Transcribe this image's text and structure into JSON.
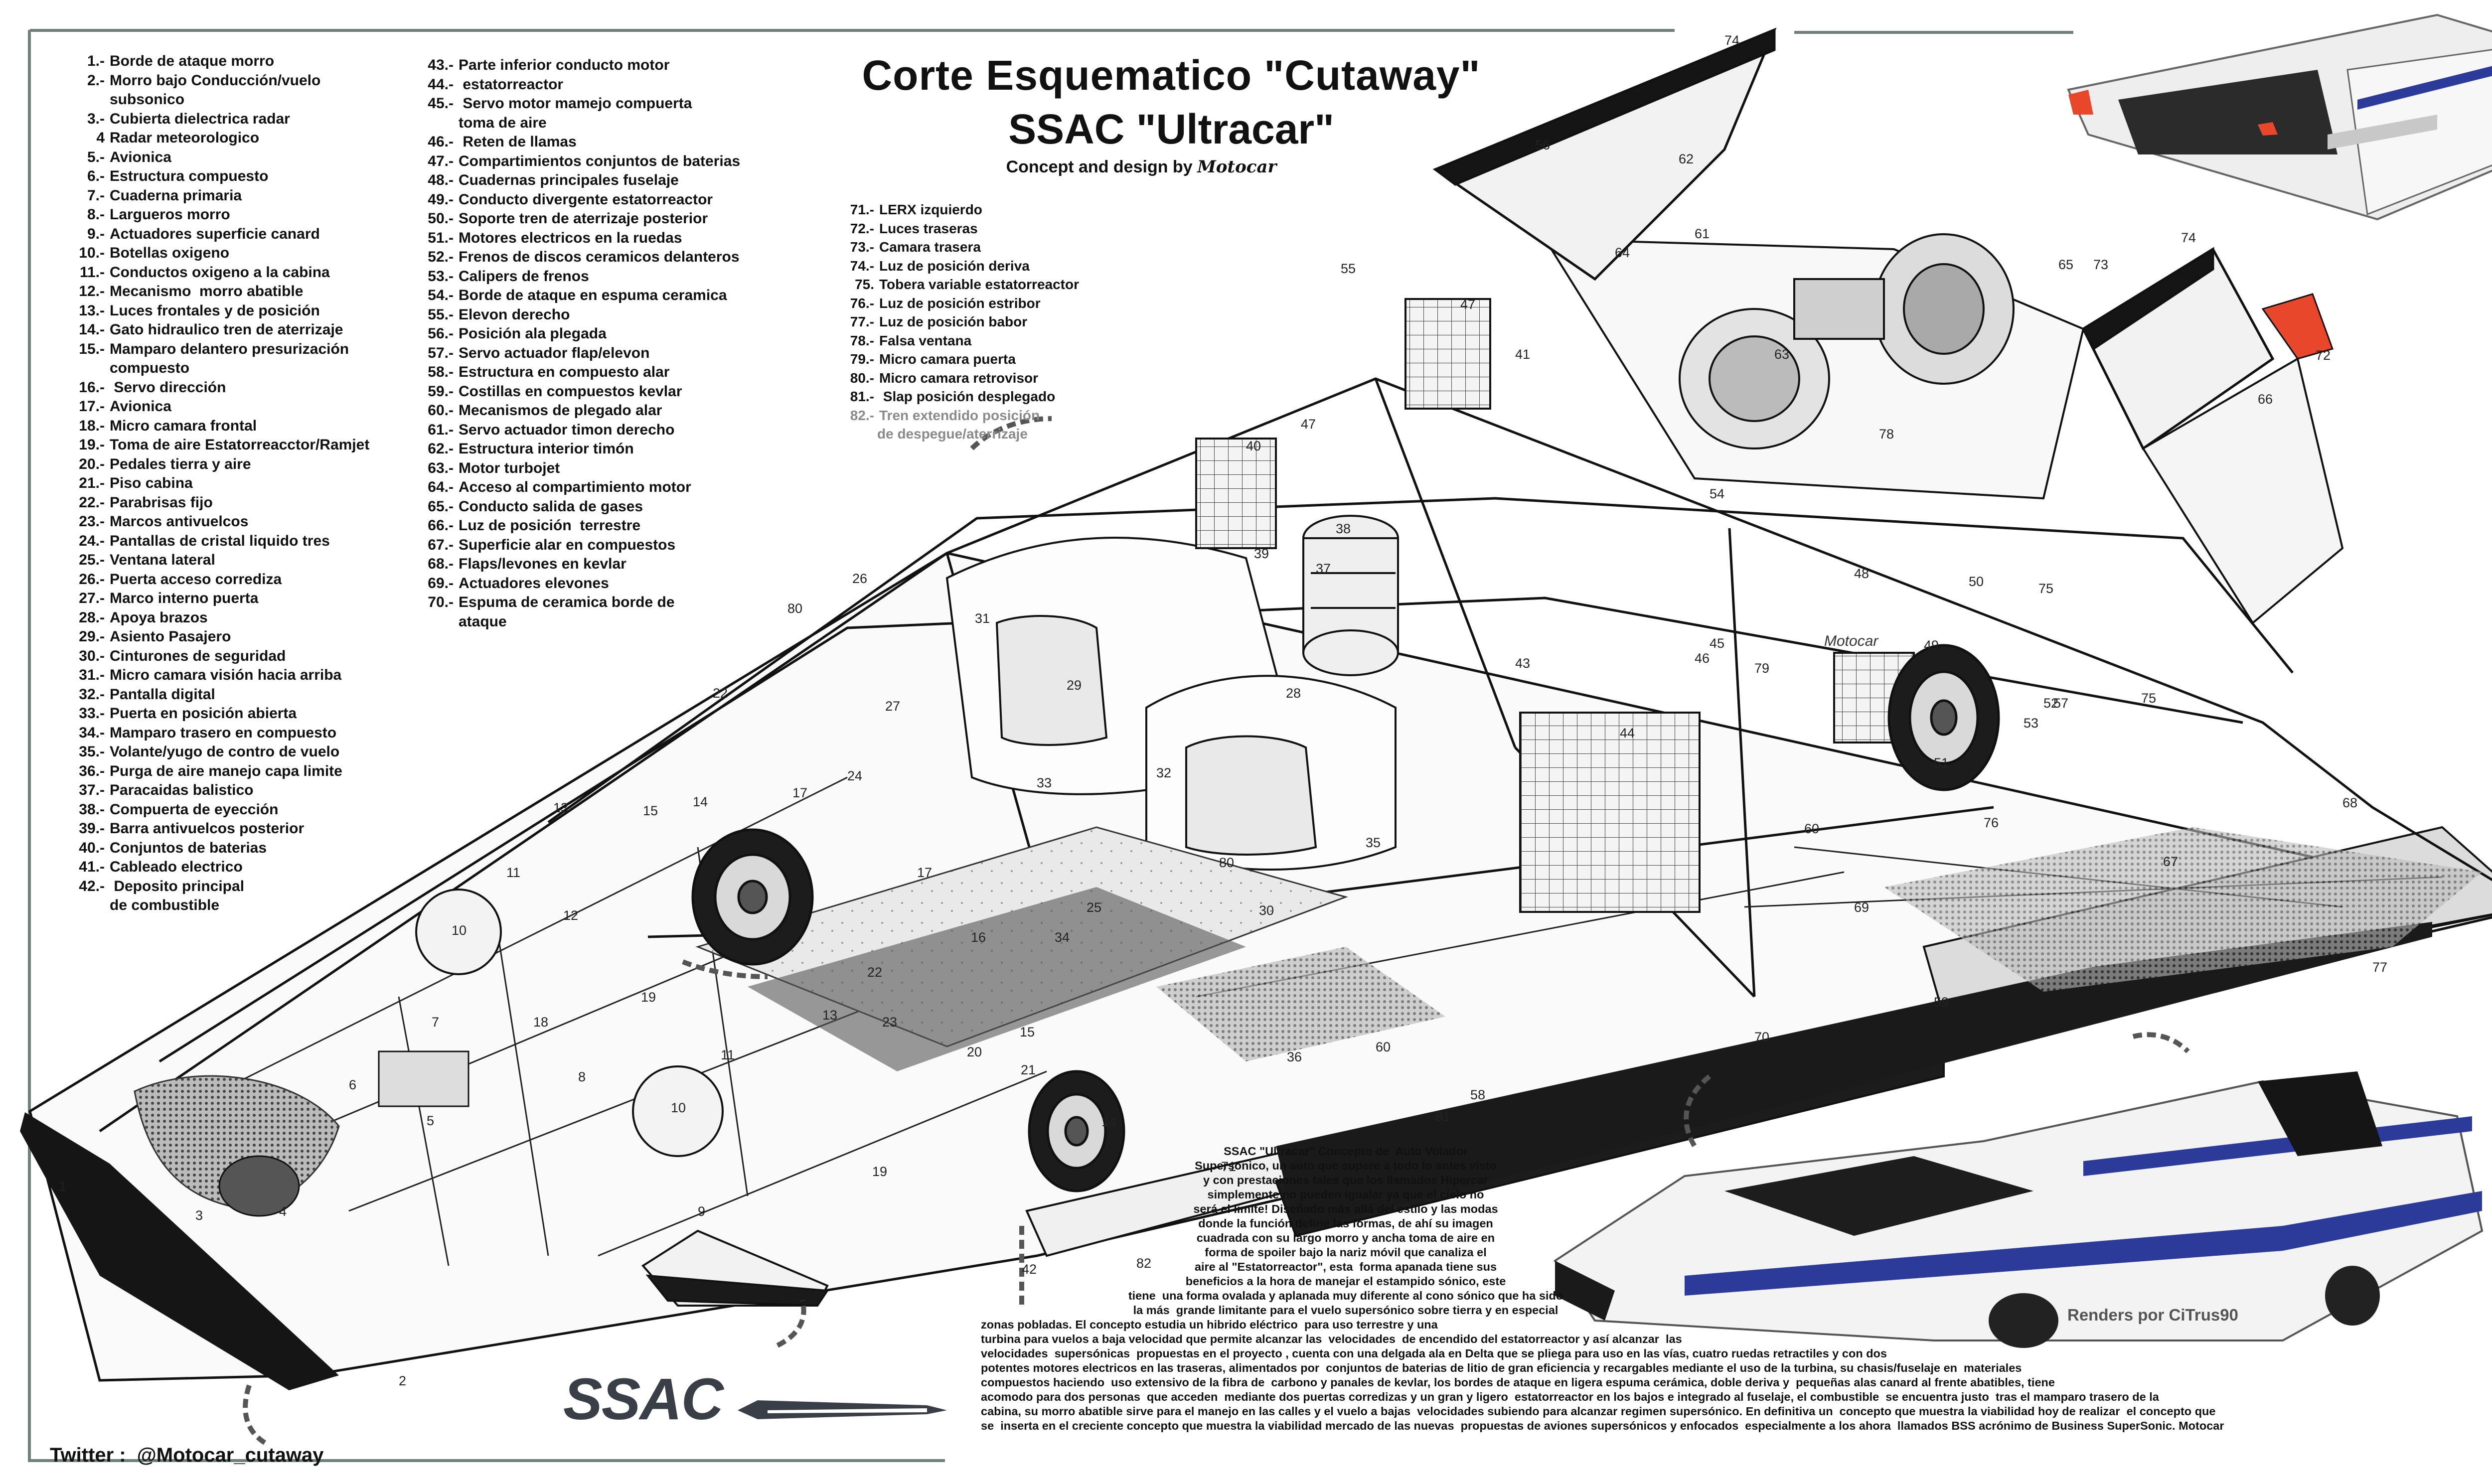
{
  "title": {
    "line1": "Corte Esquematico \"Cutaway\"",
    "line2": "SSAC \"Ultracar\"",
    "line3_prefix": "Concept and design by ",
    "line3_brand": "Motocar"
  },
  "legend_left": [
    {
      "n": "1.-",
      "t": "Borde de ataque morro"
    },
    {
      "n": "2.-",
      "t": "Morro bajo Conducción/vuelo",
      "c": "subsonico"
    },
    {
      "n": "3.-",
      "t": "Cubierta dielectrica radar"
    },
    {
      "n": "4",
      "t": "Radar meteorologico"
    },
    {
      "n": "5.-",
      "t": "Avionica"
    },
    {
      "n": "6.-",
      "t": "Estructura compuesto"
    },
    {
      "n": "7.-",
      "t": "Cuaderna primaria"
    },
    {
      "n": "8.-",
      "t": "Largueros morro"
    },
    {
      "n": "9.-",
      "t": "Actuadores superficie canard"
    },
    {
      "n": "10.-",
      "t": "Botellas oxigeno"
    },
    {
      "n": "11.-",
      "t": "Conductos oxigeno a la cabina"
    },
    {
      "n": "12.-",
      "t": "Mecanismo  morro abatible"
    },
    {
      "n": "13.-",
      "t": "Luces frontales y de posición"
    },
    {
      "n": "14.-",
      "t": "Gato hidraulico tren de aterrizaje"
    },
    {
      "n": "15.-",
      "t": "Mamparo delantero presurización",
      "c": "compuesto"
    },
    {
      "n": "16.-",
      "t": " Servo dirección"
    },
    {
      "n": "17.-",
      "t": "Avionica"
    },
    {
      "n": "18.-",
      "t": "Micro camara frontal"
    },
    {
      "n": "19.-",
      "t": "Toma de aire Estatorreacctor/Ramjet"
    },
    {
      "n": "20.-",
      "t": "Pedales tierra y aire"
    },
    {
      "n": "21.-",
      "t": "Piso cabina"
    },
    {
      "n": "22.-",
      "t": "Parabrisas fijo"
    },
    {
      "n": "23.-",
      "t": "Marcos antivuelcos"
    },
    {
      "n": "24.-",
      "t": "Pantallas de cristal liquido tres"
    },
    {
      "n": "25.-",
      "t": "Ventana lateral"
    },
    {
      "n": "26.-",
      "t": "Puerta acceso corrediza"
    },
    {
      "n": "27.-",
      "t": "Marco interno puerta"
    },
    {
      "n": "28.-",
      "t": "Apoya brazos"
    },
    {
      "n": "29.-",
      "t": "Asiento Pasajero"
    },
    {
      "n": "30.-",
      "t": "Cinturones de seguridad"
    },
    {
      "n": "31.-",
      "t": "Micro camara visión hacia arriba"
    },
    {
      "n": "32.-",
      "t": "Pantalla digital"
    },
    {
      "n": "33.-",
      "t": "Puerta en posición abierta"
    },
    {
      "n": "34.-",
      "t": "Mamparo trasero en compuesto"
    },
    {
      "n": "35.-",
      "t": "Volante/yugo de contro de vuelo"
    },
    {
      "n": "36.-",
      "t": "Purga de aire manejo capa limite"
    },
    {
      "n": "37.-",
      "t": "Paracaidas balistico"
    },
    {
      "n": "38.-",
      "t": "Compuerta de eyección"
    },
    {
      "n": "39.-",
      "t": "Barra antivuelcos posterior"
    },
    {
      "n": "40.-",
      "t": "Conjuntos de baterias"
    },
    {
      "n": "41.-",
      "t": "Cableado electrico"
    },
    {
      "n": "42.-",
      "t": " Deposito principal",
      "c": "de combustible"
    }
  ],
  "legend_mid": [
    {
      "n": "43.-",
      "t": "Parte inferior conducto motor"
    },
    {
      "n": "44.-",
      "t": " estatorreactor"
    },
    {
      "n": "45.-",
      "t": " Servo motor mamejo compuerta",
      "c": "toma de aire"
    },
    {
      "n": "46.-",
      "t": " Reten de llamas"
    },
    {
      "n": "47.-",
      "t": "Compartimientos conjuntos de baterias"
    },
    {
      "n": "48.-",
      "t": "Cuadernas principales fuselaje"
    },
    {
      "n": "49.-",
      "t": "Conducto divergente estatorreactor"
    },
    {
      "n": "50.-",
      "t": "Soporte tren de aterrizaje posterior"
    },
    {
      "n": "51.-",
      "t": "Motores electricos en la ruedas"
    },
    {
      "n": "52.-",
      "t": "Frenos de discos ceramicos delanteros"
    },
    {
      "n": "53.-",
      "t": "Calipers de frenos"
    },
    {
      "n": "54.-",
      "t": "Borde de ataque en espuma ceramica"
    },
    {
      "n": "55.-",
      "t": "Elevon derecho"
    },
    {
      "n": "56.-",
      "t": "Posición ala plegada"
    },
    {
      "n": "57.-",
      "t": "Servo actuador flap/elevon"
    },
    {
      "n": "58.-",
      "t": "Estructura en compuesto alar"
    },
    {
      "n": "59.-",
      "t": "Costillas en compuestos kevlar"
    },
    {
      "n": "60.-",
      "t": "Mecanismos de plegado alar"
    },
    {
      "n": "61.-",
      "t": "Servo actuador timon derecho"
    },
    {
      "n": "62.-",
      "t": "Estructura interior timón"
    },
    {
      "n": "63.-",
      "t": "Motor turbojet"
    },
    {
      "n": "64.-",
      "t": "Acceso al compartimiento motor"
    },
    {
      "n": "65.-",
      "t": "Conducto salida de gases"
    },
    {
      "n": "66.-",
      "t": "Luz de posición  terrestre"
    },
    {
      "n": "67.-",
      "t": "Superficie alar en compuestos"
    },
    {
      "n": "68.-",
      "t": "Flaps/levones en kevlar"
    },
    {
      "n": "69.-",
      "t": "Actuadores elevones"
    },
    {
      "n": "70.-",
      "t": "Espuma de ceramica borde de",
      "c": "ataque"
    }
  ],
  "legend_right": [
    {
      "n": "71.-",
      "t": "LERX izquierdo"
    },
    {
      "n": "72.-",
      "t": "Luces traseras"
    },
    {
      "n": "73.-",
      "t": "Camara trasera"
    },
    {
      "n": "74.-",
      "t": "Luz de posición deriva"
    },
    {
      "n": "75.",
      "t": "Tobera variable estatorreactor"
    },
    {
      "n": "76.-",
      "t": "Luz de posición estribor"
    },
    {
      "n": "77.-",
      "t": "Luz de posición babor"
    },
    {
      "n": "78.-",
      "t": "Falsa ventana"
    },
    {
      "n": "79.-",
      "t": "Micro camara puerta"
    },
    {
      "n": "80.-",
      "t": "Micro camara retrovisor"
    },
    {
      "n": "81.-",
      "t": " Slap posición desplegado"
    },
    {
      "n": "82.-",
      "t": "Tren extendido posición",
      "c": "de despegue/aterrizaje",
      "gray": true
    }
  ],
  "description": {
    "centered": [
      "SSAC \"Ultracar\" Concepto de  Auto Volador",
      "Supersónico, un auto que supere a todo lo antes visto",
      "y con prestaciones tales que los llamados Hipercar",
      "simplemente no pueden igualar ya que el cielo no",
      "será el limite! Diseñado más allá del estilo y las modas",
      "donde la función define las formas, de ahí su imagen",
      "cuadrada con su largo morro y ancha toma de aire en",
      "forma de spoiler bajo la nariz móvil que canaliza el",
      "aire al \"Estatorreactor\", esta  forma apanada tiene sus",
      "beneficios a la hora de manejar el estampido sónico, este",
      "tiene  una forma ovalada y aplanada muy diferente al cono sónico que ha sido",
      "la más  grande limitante para el vuelo supersónico sobre tierra y en especial"
    ],
    "full": [
      "zonas pobladas. El concepto estudia un hibrido eléctrico  para uso terrestre y una",
      "turbina para vuelos a baja velocidad que permite alcanzar las  velocidades  de encendido del estatorreactor y así alcanzar  las",
      "velocidades  supersónicas  propuestas en el proyecto , cuenta con una delgada ala en Delta que se pliega para uso en las vías, cuatro ruedas retractiles y con dos",
      "potentes motores electricos en las traseras, alimentados por  conjuntos de baterias de litio de gran eficiencia y recargables mediante el uso de la turbina, su chasis/fuselaje en  materiales",
      "compuestos haciendo  uso extensivo de la fibra de  carbono y panales de kevlar, los bordes de ataque en ligera espuma cerámica, doble deriva y  pequeñas alas canard al frente abatibles, tiene",
      "acomodo para dos personas  que acceden  mediante dos puertas corredizas y un gran y ligero  estatorreactor en los bajos e integrado al fuselaje, el combustible  se encuentra justo  tras el mamparo trasero de la",
      "cabina, su morro abatible sirve para el manejo en las calles y el vuelo a bajas  velocidades subiendo para alcanzar regimen supersónico. En definitiva un  concepto que muestra la viabilidad hoy de realizar  el concepto que",
      "se  inserta en el creciente concepto que muestra la viabilidad mercado de las nuevas  propuestas de aviones supersónicos y enfocados  especialmente a los ahora  llamados BSS acrónimo de Business SuperSonic. Motocar"
    ]
  },
  "footer": {
    "twitter": "Twitter :  @Motocar_cutaway",
    "renders": "Renders por CiTrus90",
    "logo": "SSAC"
  },
  "colors": {
    "frame": "#6e7f7c",
    "ink": "#111111",
    "accent_red": "#e8472c",
    "stripe_blue": "#2c3a9a"
  }
}
